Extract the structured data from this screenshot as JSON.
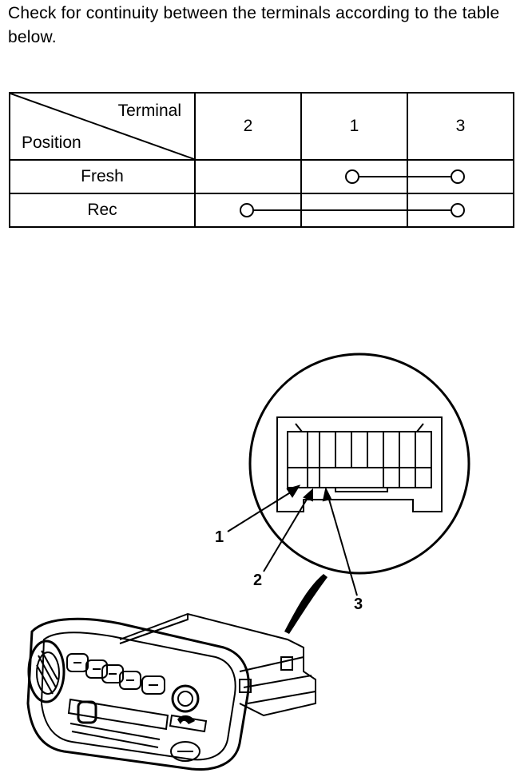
{
  "instruction": "Check for continuity between the terminals according to the table below.",
  "table": {
    "header_terminal": "Terminal",
    "header_position": "Position",
    "columns": [
      "2",
      "1",
      "3"
    ],
    "rows": [
      {
        "label": "Fresh",
        "connected": [
          "1",
          "3"
        ]
      },
      {
        "label": "Rec",
        "connected": [
          "2",
          "3"
        ]
      }
    ]
  },
  "callouts": {
    "t1": "1",
    "t2": "2",
    "t3": "3"
  }
}
